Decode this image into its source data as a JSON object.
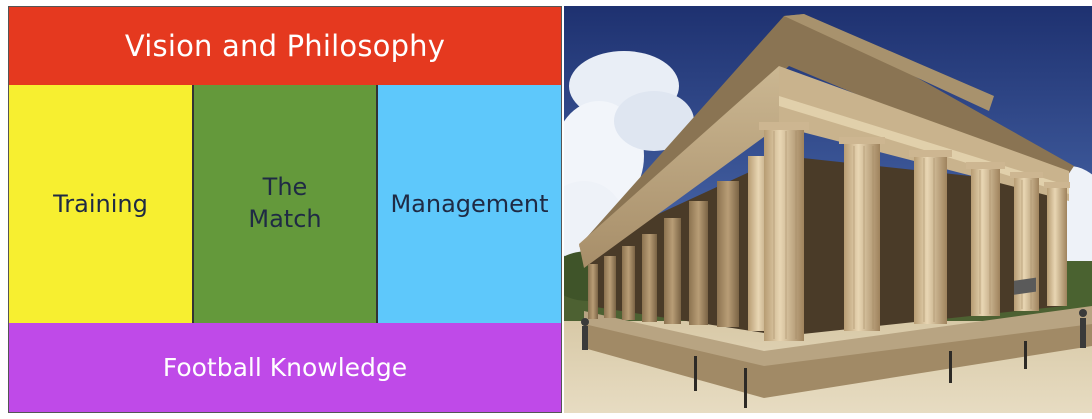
{
  "diagram": {
    "top_label": "Vision and Philosophy",
    "pillars": [
      {
        "label": "Training"
      },
      {
        "label_line1": "The",
        "label_line2": "Match"
      },
      {
        "label": "Management"
      }
    ],
    "bottom_label": "Football Knowledge",
    "colors": {
      "top": "#e5391f",
      "training": "#f7ef30",
      "match": "#64993b",
      "management": "#5ec8fb",
      "bottom": "#bf4ae8"
    }
  },
  "photo": {
    "subject": "greek-temple-photo"
  }
}
